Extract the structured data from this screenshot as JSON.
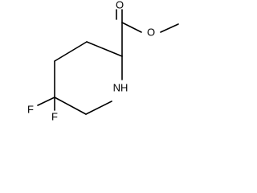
{
  "molecule": {
    "atoms": {
      "oxygen_carbonyl": "O",
      "oxygen_ester": "O",
      "nitrogen": "NH",
      "fluorine_1": "F",
      "fluorine_2": "F"
    }
  }
}
